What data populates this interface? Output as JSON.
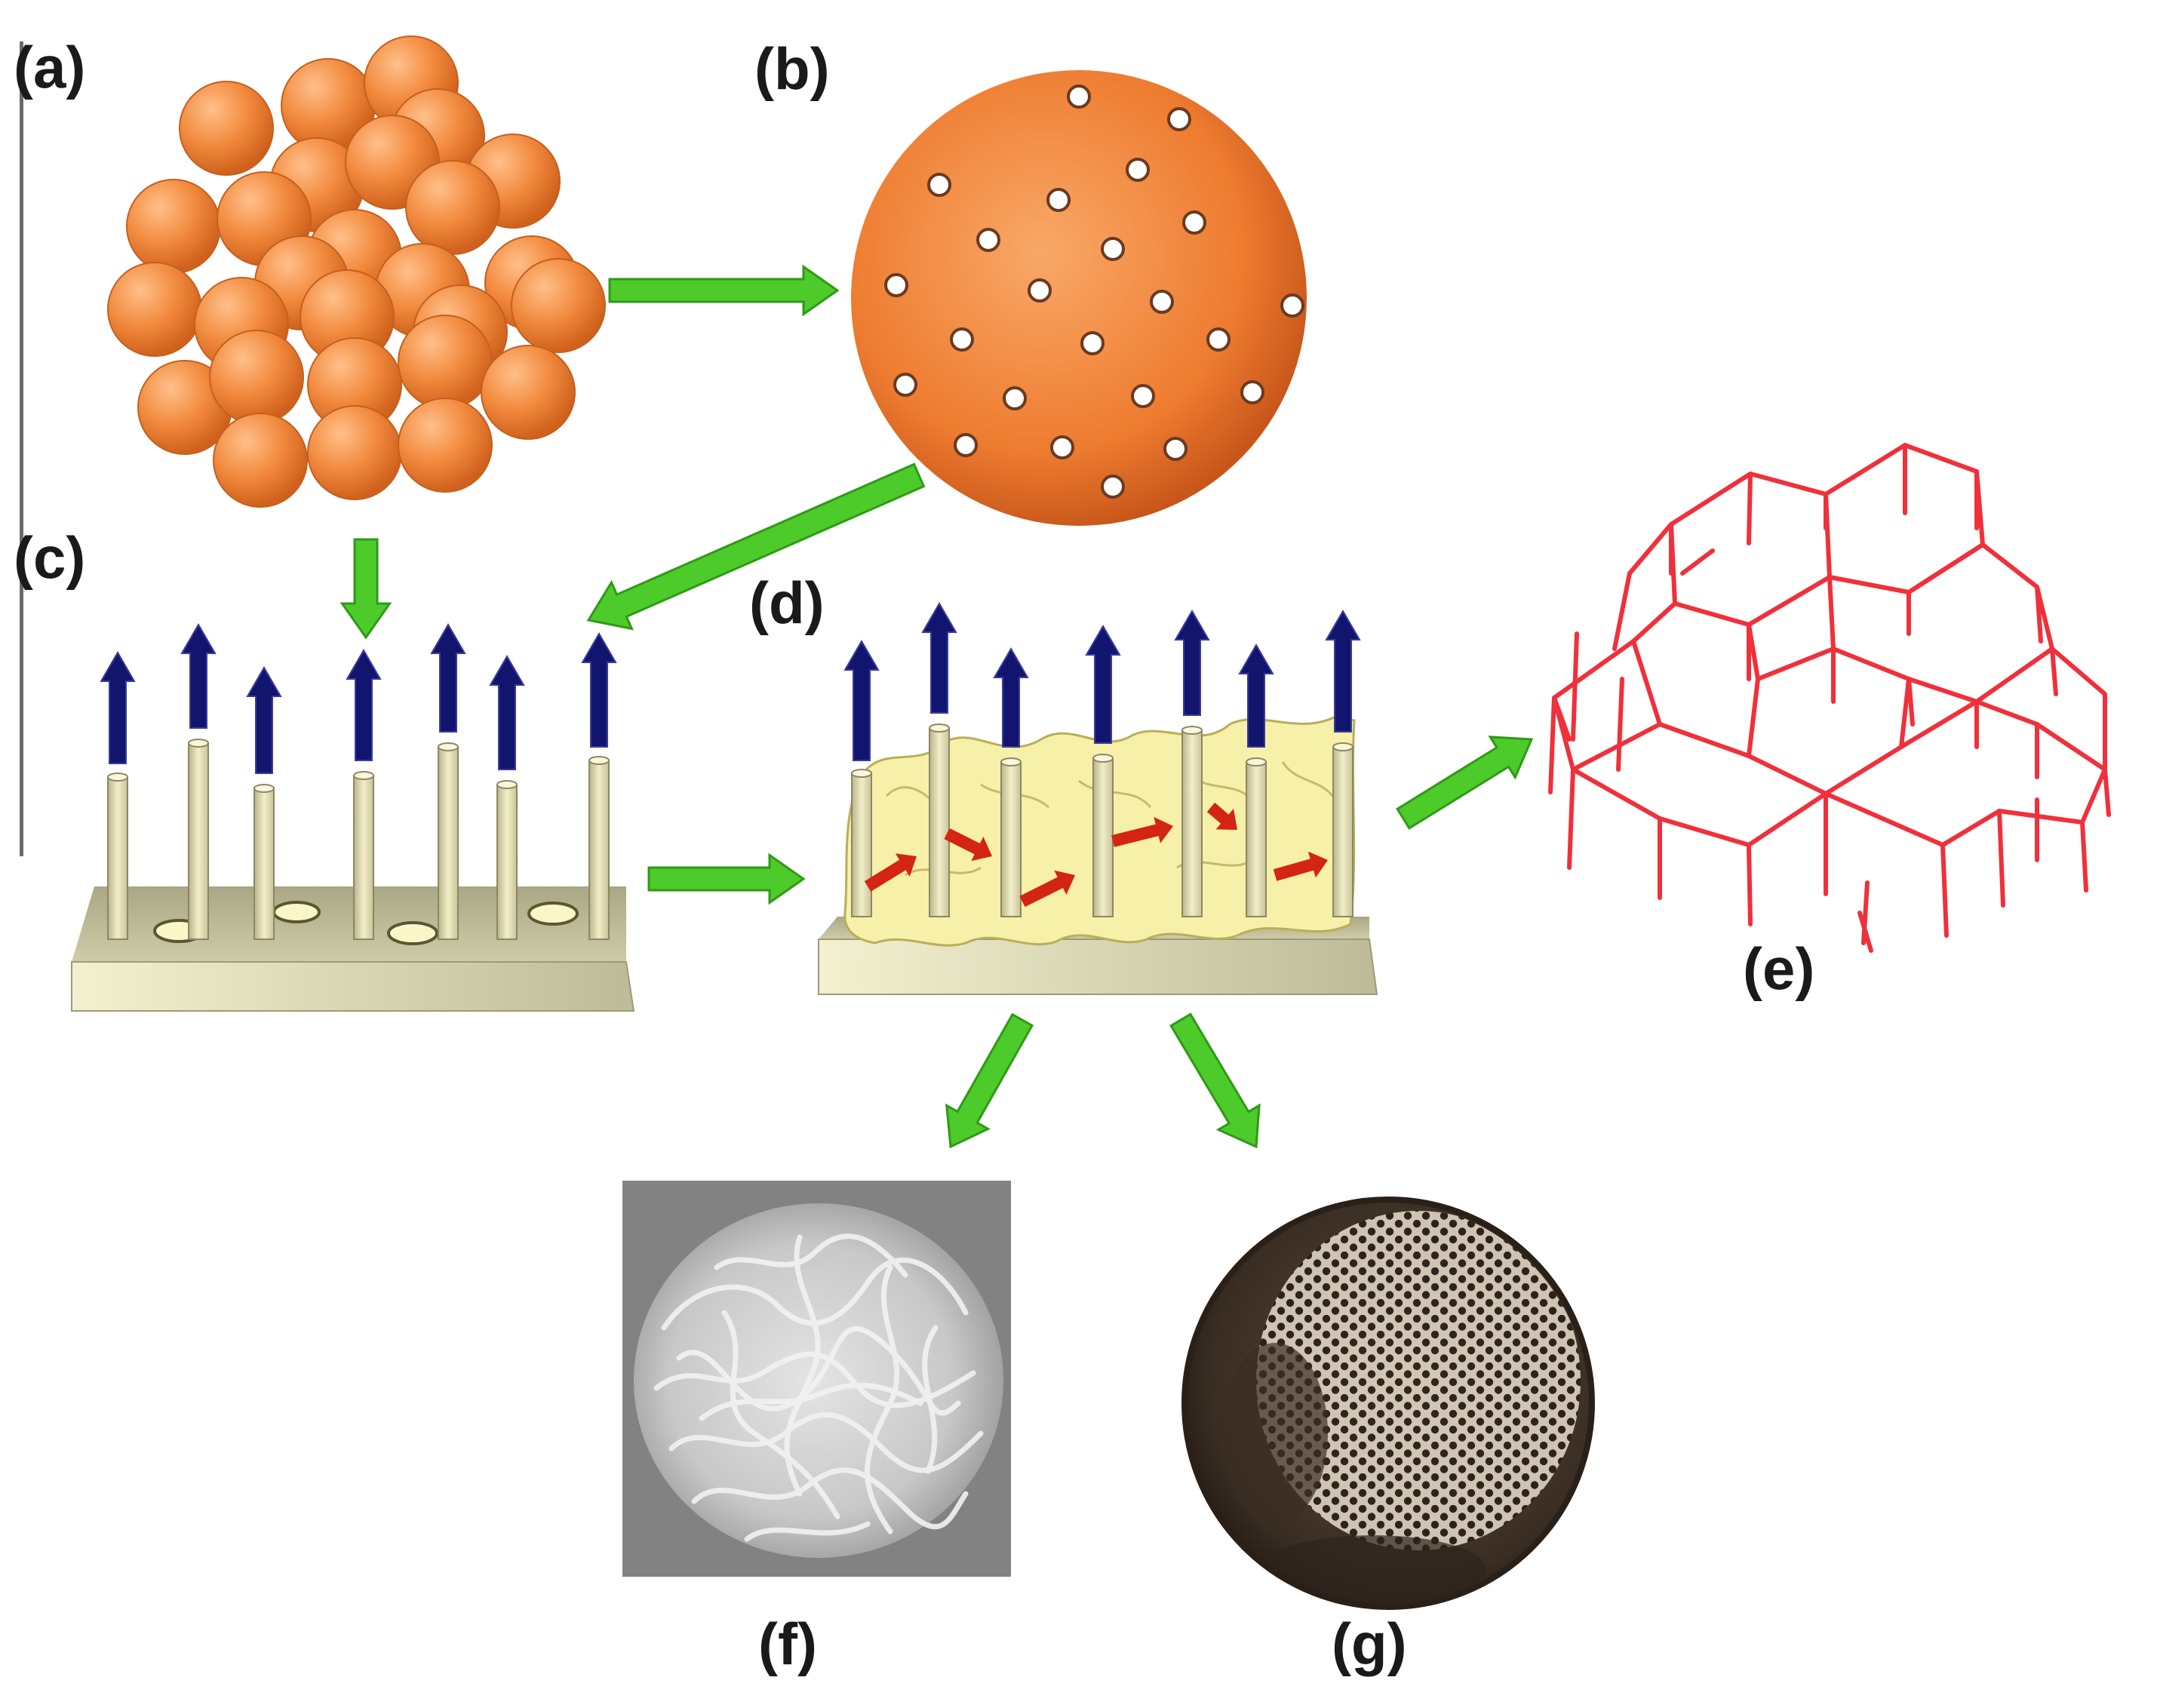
{
  "labels": {
    "a": "(a)",
    "b": "(b)",
    "c": "(c)",
    "d": "(d)",
    "e": "(e)",
    "f": "(f)",
    "g": "(g)"
  },
  "colors": {
    "sphere_orange": "#f08a3c",
    "sphere_orange_dark": "#c85a18",
    "process_arrow_green": "#4ccb2a",
    "upward_arrow_navy": "#12156e",
    "lateral_arrow_red": "#d42412",
    "network_red": "#f0303a",
    "substrate": "#c9c7a4",
    "pillar": "#e6e2b6",
    "film_yellow": "#f6efa6",
    "pore_white": "#ffffff"
  },
  "icons": {
    "aggregate": "sphere-cluster-icon",
    "porous_sphere": "porous-sphere-icon",
    "substrate_pillars": "pillar-substrate-icon",
    "filled_substrate": "film-substrate-icon",
    "network": "honeycomb-network-icon",
    "sem_image": "sem-micrograph-icon",
    "honeycomb_sphere": "honeycomb-sphere-icon"
  }
}
